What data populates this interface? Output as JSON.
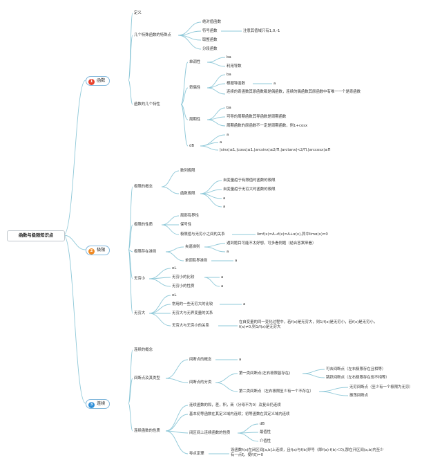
{
  "root": {
    "label": "函数与极限知识点"
  },
  "sections": [
    {
      "number": "1",
      "label": "函数",
      "badge_color": "#e8412c"
    },
    {
      "number": "2",
      "label": "极限",
      "badge_color": "#f08a24"
    },
    {
      "number": "3",
      "label": "连续",
      "badge_color": "#2f8fd8"
    }
  ],
  "nodes": {
    "f_def": "定义",
    "f_special": "几个特殊函数的特殊点",
    "f_abs": "绝对值函数",
    "f_sign": "符号函数",
    "f_sign_note": "注意其值域只有1,0,-1",
    "f_round": "取整函数",
    "f_piece": "分段函数",
    "f_props": "函数的几个特性",
    "f_mono": "单调性",
    "f_mono_a": "ba",
    "f_mono_b": "利用导数",
    "f_odd": "奇偶性",
    "f_odd_a": "ba",
    "f_odd_b": "根据导函数",
    "f_odd_b_x": "a",
    "f_odd_c": "连续的奇函数其原函数都是偶函数，连续的偶函数其原函数中有唯一一个是奇函数",
    "f_period": "周期性",
    "f_period_a": "ba",
    "f_period_b": "可导的周期函数其导函数是周期函数",
    "f_period_c": "周期函数的原函数不一定是周期函数，例1+cosx",
    "f_bound": "dB",
    "f_bound_a": "a",
    "f_bound_b": "a",
    "f_bound_c": "|sinx|≤1,|cosx|≤1,|arcsinx|≤2/Π,|arctanx|<2/Π,|arccosx|≤Π",
    "l_concept": "极限的概念",
    "l_seq": "数列极限",
    "l_func": "函数极限",
    "l_func_a": "自变量趋于有限值时函数的极限",
    "l_func_b": "自变量趋于无穷大时函数的极限",
    "l_func_c": "a",
    "l_func_d": "a",
    "l_props": "极限的性质",
    "l_local": "局部有界性",
    "l_sign": "保号性",
    "l_rel": "极限值与无穷小之间的关系",
    "l_rel_x": "limf(x)=A→f(x)=A+α(x),其中limα(x)=0",
    "l_exist": "极限存在准则",
    "l_squeeze": "夹逼准则",
    "l_squeeze_a": "遇到题目可能不太好想，可多看例题（结合答案来看）",
    "l_squeeze_b": "a",
    "l_mono": "单调有界准则",
    "l_mono_x": "a",
    "l_inf_small": "无穷小",
    "l_is_a": "eL",
    "l_is_b": "无穷小的比较",
    "l_is_b_x": "a",
    "l_is_c": "无穷小的性质",
    "l_is_c_x": "a",
    "l_inf_large": "无穷大",
    "l_il_a": "eL",
    "l_il_b": "常用的一些无穷大的比较",
    "l_il_b_x": "a",
    "l_il_c": "无穷大与无界变量的关系",
    "l_il_d": "无穷大与无穷小的关系",
    "l_il_d_x": "在自变量的同一变化过程中，若f(x)是无穷大，则1/f(x)是无穷小，若f(x)是无穷小，f(x)≠0,则1/f(x)是无穷大",
    "c_concept": "连续的概念",
    "c_break": "间断点及其类型",
    "c_break_concept": "间断点的概念",
    "c_break_concept_x": "a",
    "c_break_class": "间断点的分类",
    "c_first": "第一类间断点(左右极限皆存在)",
    "c_first_a": "可去间断点（左右极限存在且相等）",
    "c_first_b": "跳跃间断点（左右极限存在但不相等）",
    "c_second": "第二类间断点（左右极限至少有一个不存在）",
    "c_second_a": "无穷间断点（至少有一个极限为无穷）",
    "c_second_b": "振荡间断点",
    "c_props": "连续函数的性质",
    "c_arith": "连续函数的和，差，积，商（分母不为0）及复合仍连续",
    "c_elem": "基本初等函数在其定义域内连续；初等函数在其定义域内连续",
    "c_closed": "闭区间上连续函数的性质",
    "c_closed_a": "dB",
    "c_closed_b": "最值性",
    "c_closed_c": "介值性",
    "c_zero": "零点定理",
    "c_zero_x": "设函数f(x)在闭区间[a,b]上连续，且f(a)与f(b)异号（即f(a)·f(b)＜0),那在开区间(a,b)内至少有一点ξ，使f(ξ)=0"
  },
  "colors": {
    "edge": "#8ec8d8",
    "text": "#333333"
  }
}
